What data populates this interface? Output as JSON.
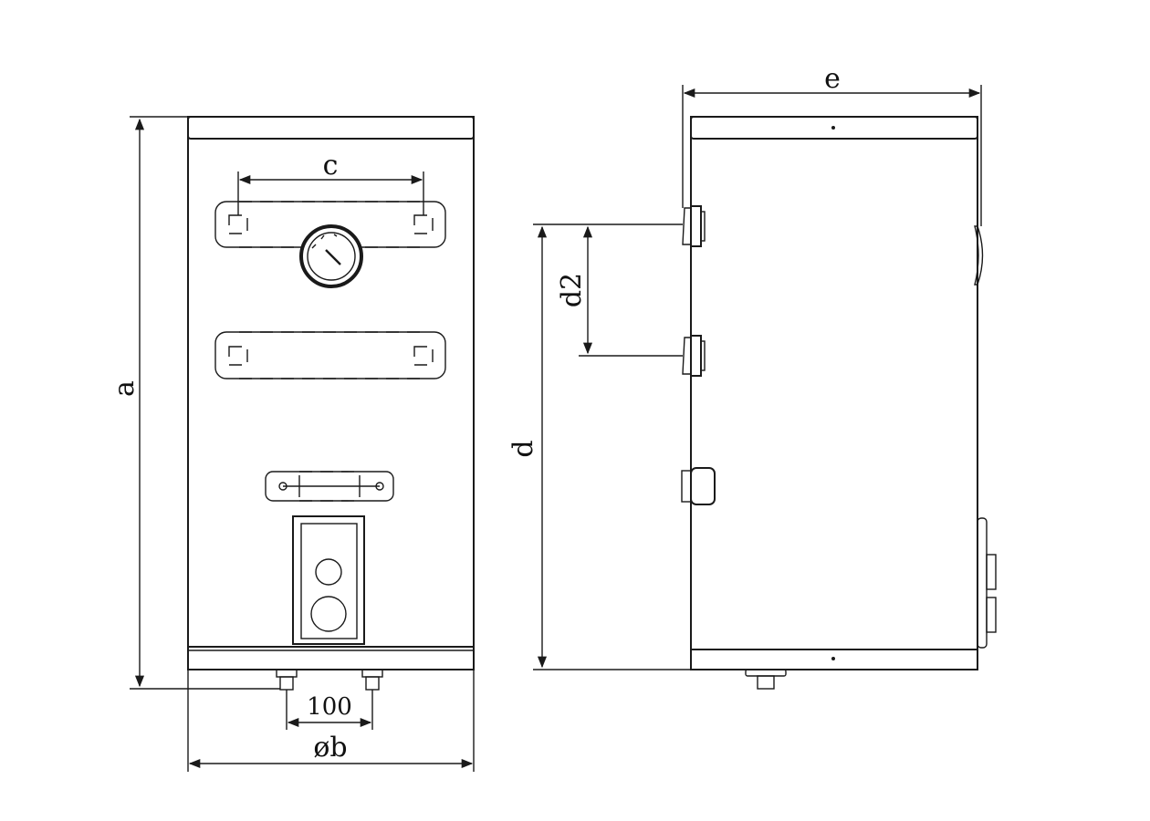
{
  "labels": {
    "a": "a",
    "b": "øb",
    "c": "c",
    "d": "d",
    "d2": "d2",
    "e": "e",
    "dim100": "100"
  },
  "colors": {
    "line": "#1a1a1a",
    "background": "#ffffff"
  }
}
